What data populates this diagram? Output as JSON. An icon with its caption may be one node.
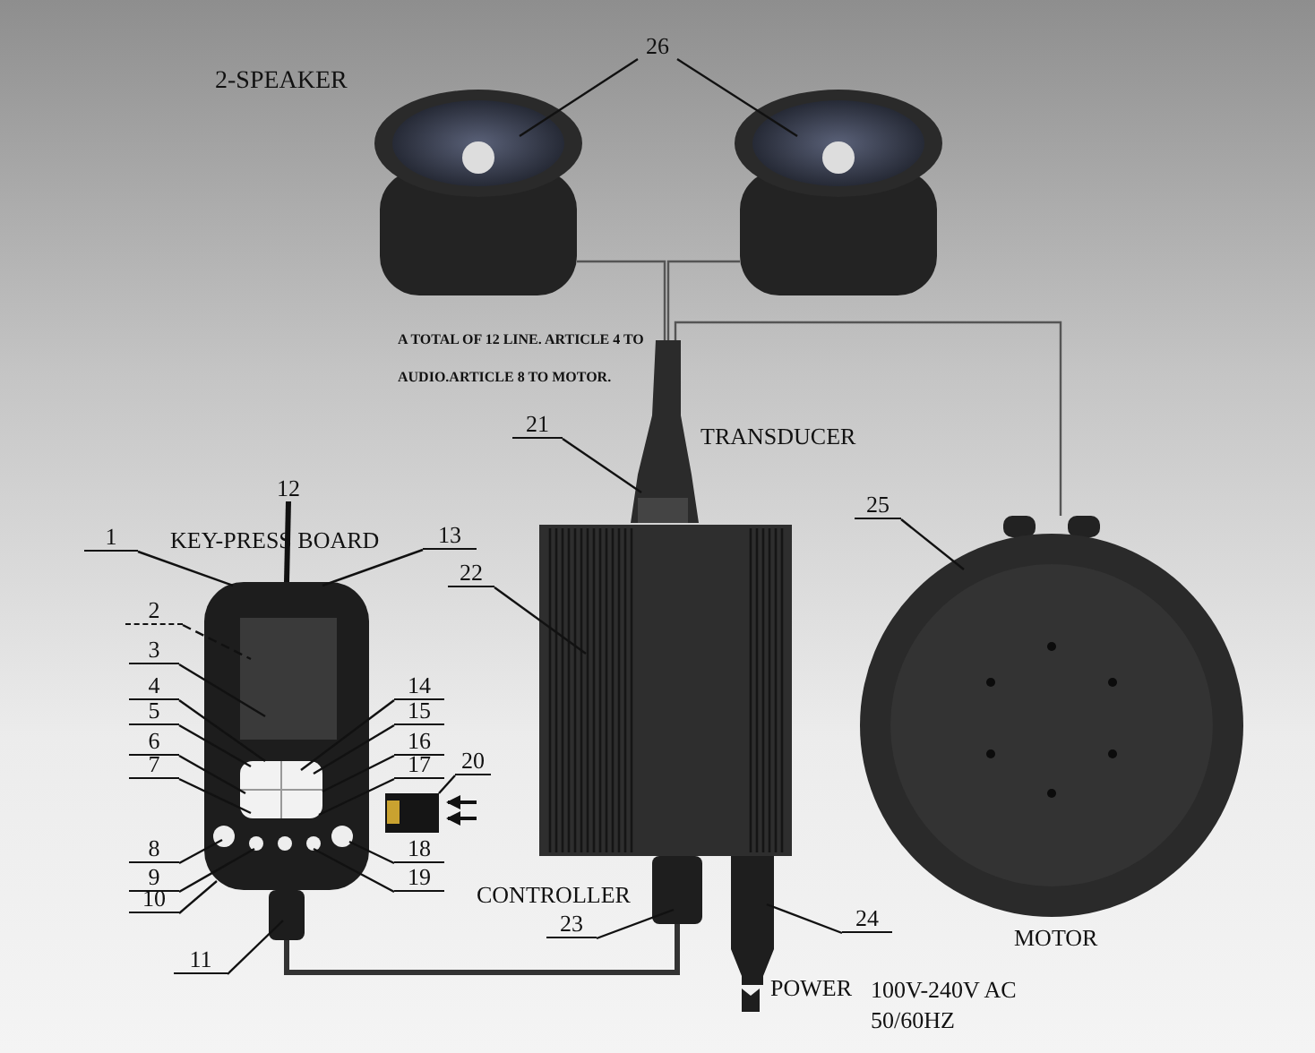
{
  "diagram": {
    "nodes": [
      {
        "text": [
          "1"
        ]
      },
      {
        "text": [
          "2"
        ]
      },
      {
        "text": [
          "3"
        ]
      },
      {
        "text": [
          "4"
        ]
      },
      {
        "text": [
          "5"
        ]
      },
      {
        "text": [
          "6"
        ]
      },
      {
        "text": [
          "7"
        ]
      },
      {
        "text": [
          "8"
        ]
      },
      {
        "text": [
          "9"
        ]
      },
      {
        "text": [
          "10"
        ]
      },
      {
        "text": [
          "11"
        ]
      },
      {
        "text": [
          "12"
        ]
      },
      {
        "text": [
          "13"
        ]
      },
      {
        "text": [
          "14"
        ]
      },
      {
        "text": [
          "15"
        ]
      },
      {
        "text": [
          "16"
        ]
      },
      {
        "text": [
          "17"
        ]
      },
      {
        "text": [
          "18"
        ]
      },
      {
        "text": [
          "19"
        ]
      },
      {
        "text": [
          "20"
        ]
      },
      {
        "text": [
          "21"
        ]
      },
      {
        "text": [
          "22"
        ]
      },
      {
        "text": [
          "23"
        ]
      },
      {
        "text": [
          "24"
        ]
      },
      {
        "text": [
          "25"
        ]
      },
      {
        "text": [
          "26"
        ]
      },
      {
        "text": [],
        "shape": "cylinder"
      },
      {
        "text": [],
        "shape": "cylinder"
      },
      {
        "text": [],
        "shape": "picture"
      },
      {
        "text": [],
        "shape": "picture"
      },
      {
        "text": [],
        "shape": "picture",
        "beside": [
          "MOTOR"
        ]
      },
      {
        "text": [],
        "shape": "picture"
      },
      {
        "text": [],
        "shape": "picture"
      },
      {
        "text": [],
        "shape": "box"
      },
      {
        "text": [],
        "shape": "box"
      }
    ],
    "edges": [
      {
        "from": 0,
        "to": 31,
        "arrow": "none"
      },
      {
        "from": 1,
        "to": 31,
        "arrow": "none",
        "style": "dashed"
      },
      {
        "from": 2,
        "to": 31,
        "arrow": "none"
      },
      {
        "from": 3,
        "to": 31,
        "arrow": "none"
      },
      {
        "from": 4,
        "to": 31,
        "arrow": "none"
      },
      {
        "from": 5,
        "to": 31,
        "arrow": "none"
      },
      {
        "from": 6,
        "to": 31,
        "arrow": "none"
      },
      {
        "from": 7,
        "to": 31,
        "arrow": "none"
      },
      {
        "from": 8,
        "to": 31,
        "arrow": "none"
      },
      {
        "from": 9,
        "to": 31,
        "arrow": "none"
      },
      {
        "from": 10,
        "to": 31,
        "arrow": "none"
      },
      {
        "from": 11,
        "to": 31,
        "arrow": "none",
        "style": "thick"
      },
      {
        "from": 12,
        "to": 31,
        "arrow": "none"
      },
      {
        "from": 13,
        "to": 31,
        "arrow": "none"
      },
      {
        "from": 14,
        "to": 31,
        "arrow": "none"
      },
      {
        "from": 15,
        "to": 31,
        "arrow": "none"
      },
      {
        "from": 16,
        "to": 31,
        "arrow": "none"
      },
      {
        "from": 17,
        "to": 31,
        "arrow": "none"
      },
      {
        "from": 18,
        "to": 31,
        "arrow": "none"
      },
      {
        "from": 19,
        "to": 32,
        "arrow": "none"
      },
      {
        "from": 20,
        "to": 28,
        "arrow": "none"
      },
      {
        "from": 21,
        "to": 29,
        "arrow": "none"
      },
      {
        "from": 22,
        "to": 33,
        "arrow": "none"
      },
      {
        "from": 23,
        "to": 34,
        "arrow": "none"
      },
      {
        "from": 24,
        "to": 30,
        "arrow": "none"
      },
      {
        "from": 25,
        "to": 26,
        "arrow": "none"
      },
      {
        "from": 25,
        "to": 27,
        "arrow": "none"
      },
      {
        "from": 26,
        "to": 28,
        "arrow": "none",
        "color": "#555555"
      },
      {
        "from": 27,
        "to": 28,
        "arrow": "none",
        "color": "#555555"
      },
      {
        "from": 28,
        "to": 30,
        "arrow": "none",
        "color": "#555555"
      },
      {
        "from": 31,
        "to": 33,
        "arrow": "none",
        "color": "#333333",
        "style": "thick"
      }
    ],
    "labels": [
      "2-SPEAKER",
      "A TOTAL OF 12 LINE. ARTICLE 4 TO AUDIO.ARTICLE 8 TO MOTOR.",
      "TRANSDUCER",
      "KEY-PRESS BOARD",
      "CONTROLLER",
      "POWER",
      "100V-240V AC 50/60HZ"
    ]
  }
}
